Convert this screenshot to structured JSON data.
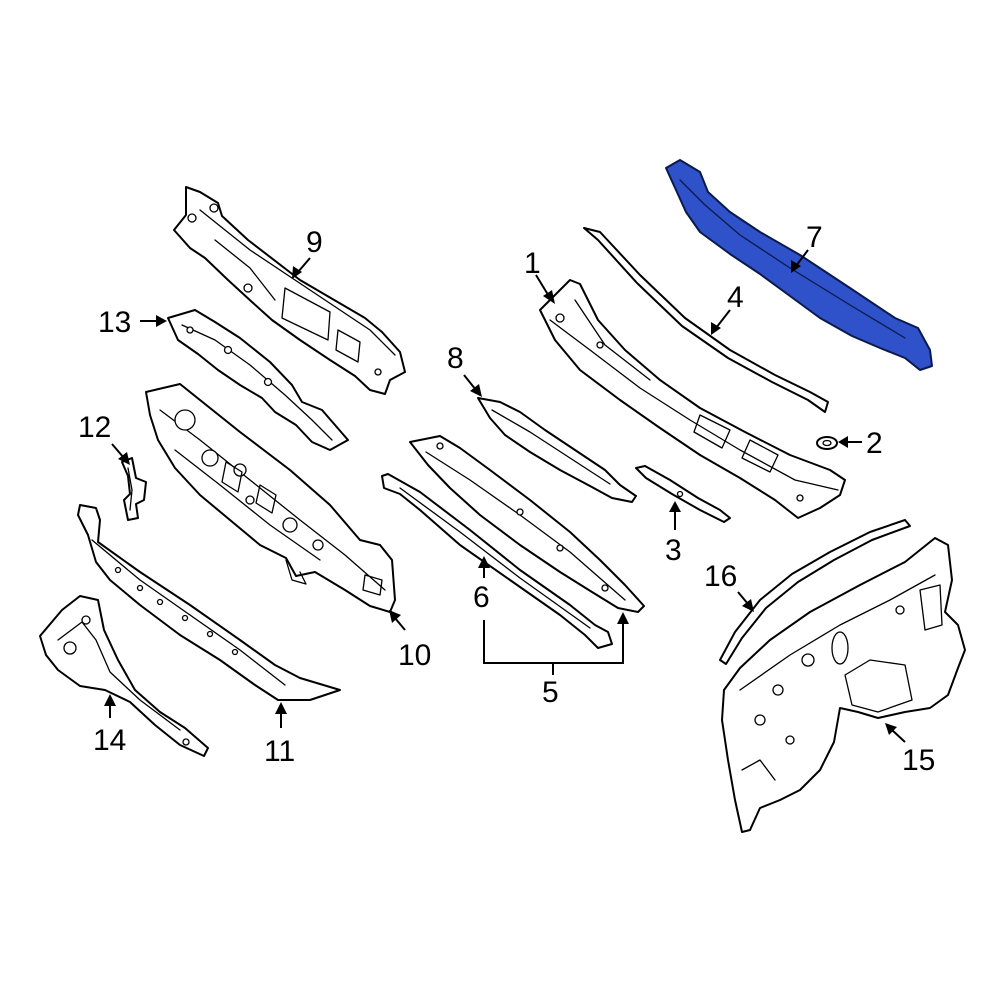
{
  "callouts": [
    {
      "id": "1",
      "label": "1"
    },
    {
      "id": "2",
      "label": "2"
    },
    {
      "id": "3",
      "label": "3"
    },
    {
      "id": "4",
      "label": "4"
    },
    {
      "id": "5",
      "label": "5"
    },
    {
      "id": "6",
      "label": "6"
    },
    {
      "id": "7",
      "label": "7"
    },
    {
      "id": "8",
      "label": "8"
    },
    {
      "id": "9",
      "label": "9"
    },
    {
      "id": "10",
      "label": "10"
    },
    {
      "id": "11",
      "label": "11"
    },
    {
      "id": "12",
      "label": "12"
    },
    {
      "id": "13",
      "label": "13"
    },
    {
      "id": "14",
      "label": "14"
    },
    {
      "id": "15",
      "label": "15"
    },
    {
      "id": "16",
      "label": "16"
    }
  ],
  "highlighted_part": "7",
  "colors": {
    "highlight_fill": "#2f51c9",
    "line": "#000000",
    "background": "#ffffff"
  }
}
